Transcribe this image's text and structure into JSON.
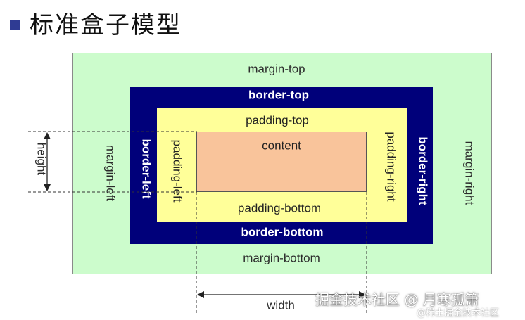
{
  "title": "标准盒子模型",
  "labels": {
    "margin_top": "margin-top",
    "margin_bottom": "margin-bottom",
    "margin_left": "margin-left",
    "margin_right": "margin-right",
    "border_top": "border-top",
    "border_bottom": "border-bottom",
    "border_left": "border-left",
    "border_right": "border-right",
    "padding_top": "padding-top",
    "padding_bottom": "padding-bottom",
    "padding_left": "padding-left",
    "padding_right": "padding-right",
    "content": "content",
    "height": "height",
    "width": "width"
  },
  "watermark": {
    "main": "掘金技术社区 @ 月寒孤箫",
    "sub": "@稀土掘金技术社区"
  },
  "colors": {
    "margin": "#ccfccc",
    "border": "#00007a",
    "padding": "#ffff99",
    "content": "#f9c49b",
    "bullet": "#2f3b93"
  }
}
